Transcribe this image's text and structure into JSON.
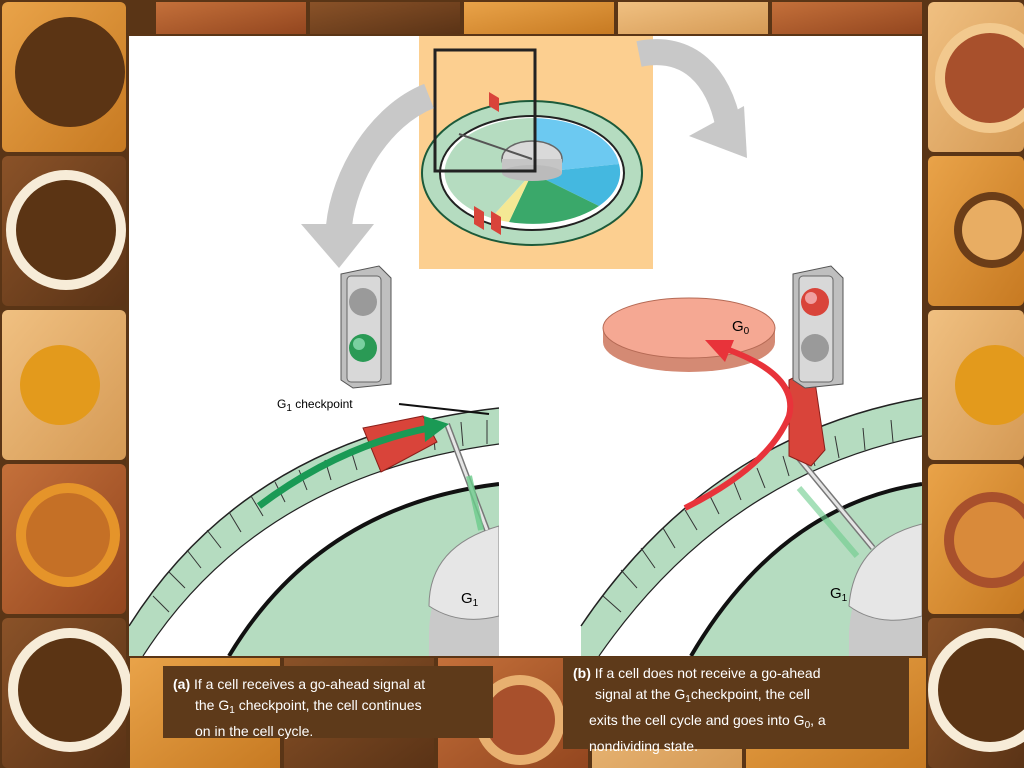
{
  "labels": {
    "g1_checkpoint": "checkpoint",
    "g1_a": "G",
    "g1_b": "G",
    "g0": "G",
    "sub_1": "1",
    "sub_0": "0"
  },
  "caption_a": {
    "marker": "(a)",
    "line1": " If a cell receives a go-ahead signal at",
    "line2_pre": "the G",
    "line2_sub": "1",
    "line2_post": " checkpoint,  the cell continues",
    "line3": "on in the cell cycle."
  },
  "caption_b": {
    "marker": "(b)",
    "line1": " If a cell does not receive a go-ahead",
    "line2_pre": "signal at the G",
    "line2_sub": "1",
    "line2_post": "checkpoint, the cell",
    "line3_pre": "exits the cell cycle and goes into G",
    "line3_sub": "0",
    "line3_post": ", a",
    "line4": "nondividing state."
  },
  "colors": {
    "signal_go": "#1a9a55",
    "signal_stop": "#e8333a",
    "cycle_green": "#b4dcc0",
    "g0_disc": "#f5a893",
    "checkpoint_flag": "#d9443a",
    "inset_bg": "#fccf90"
  }
}
